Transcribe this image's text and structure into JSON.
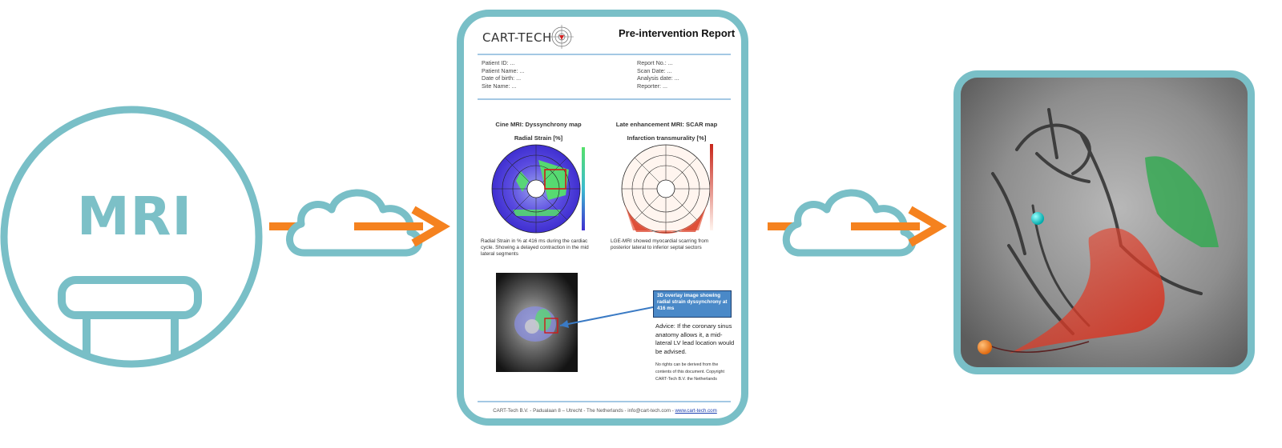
{
  "left_panel": {
    "label": "MRI"
  },
  "report": {
    "brand": "CART-TECH",
    "title": "Pre-intervention Report",
    "fields_left": [
      "Patient ID: ...",
      "Patient Name: ...",
      "Date of birth: ...",
      "Site Name: ..."
    ],
    "fields_right": [
      "Report No.: ...",
      "Scan Date: ...",
      "Analysis date: ...",
      "Reporter: ..."
    ],
    "cine": {
      "title": "Cine MRI: Dyssynchrony map",
      "subtitle": "Radial Strain [%]",
      "caption": "Radial Strain in % at 416 ms during the cardiac cycle. Showing a delayed contraction in the mid lateral segments"
    },
    "lge": {
      "title": "Late enhancement MRI: SCAR map",
      "subtitle": "Infarction transmurality [%]",
      "caption": "LGE-MRI showed myocardial scarring from posterior lateral to inferior septal sectors"
    },
    "callout": "3D overlay image showing radial strain dyssynchrony at 416 ms",
    "advice": "Advice: If the coronary sinus anatomy allows it, a mid-lateral LV lead location would be advised.",
    "rights": "No rights can be derived from the contents of this document. Copyright CART-Tech B.V. the Netherlands",
    "footer_text": "CART-Tech B.V. - Padualaan 8 – Utrecht - The Netherlands - info@cart-tech.com - ",
    "footer_link": "www.cart-tech.com"
  },
  "colors": {
    "teal": "#79bfc7",
    "orange": "#f5821f",
    "strain_blue": "#5a4be0",
    "strain_green": "#55e06a",
    "scar_red": "#d9361c",
    "lead_green": "#2faa4f",
    "marker_cyan": "#1fc4c4",
    "marker_orange": "#f07818"
  }
}
